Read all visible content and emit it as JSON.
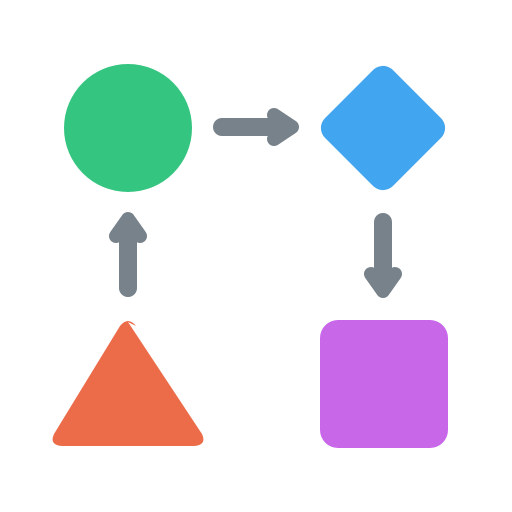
{
  "diagram": {
    "shapes": [
      {
        "id": "circle",
        "kind": "circle",
        "color": "#34C580"
      },
      {
        "id": "diamond",
        "kind": "diamond",
        "color": "#42A5F0"
      },
      {
        "id": "square",
        "kind": "rounded-square",
        "color": "#C868E8"
      },
      {
        "id": "triangle",
        "kind": "triangle",
        "color": "#EC6C49"
      }
    ],
    "arrows": [
      {
        "id": "circle-to-diamond",
        "from": "circle",
        "to": "diamond",
        "direction": "right",
        "color": "#78828A"
      },
      {
        "id": "diamond-to-square",
        "from": "diamond",
        "to": "square",
        "direction": "down",
        "color": "#78828A"
      },
      {
        "id": "triangle-to-circle",
        "from": "triangle",
        "to": "circle",
        "direction": "up",
        "color": "#78828A"
      }
    ]
  }
}
